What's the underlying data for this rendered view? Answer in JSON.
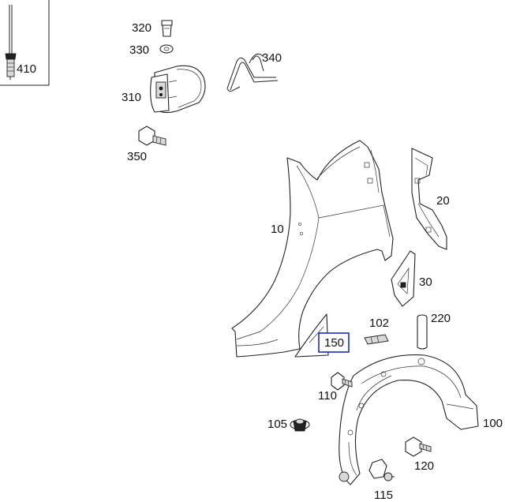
{
  "diagram": {
    "labels": {
      "p410": "410",
      "p320": "320",
      "p330": "330",
      "p340": "340",
      "p310": "310",
      "p350": "350",
      "p10": "10",
      "p20": "20",
      "p30": "30",
      "p102": "102",
      "p220": "220",
      "p150": "150",
      "p110": "110",
      "p105": "105",
      "p100": "100",
      "p120": "120",
      "p115": "115"
    },
    "highlight_color": "#1a2fb0"
  }
}
